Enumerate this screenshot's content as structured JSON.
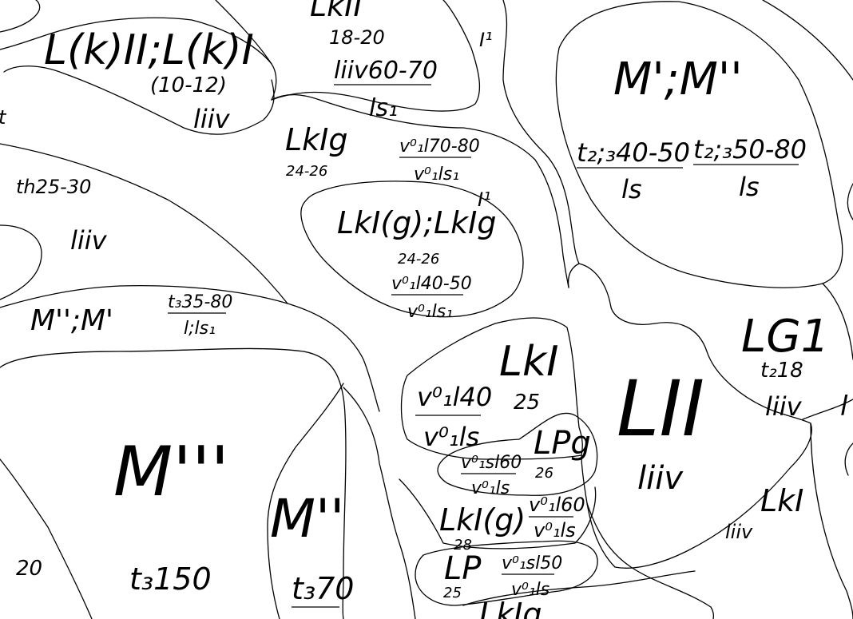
{
  "labels": {
    "top_lkii": "LkII",
    "top_lkii_range": "18-20",
    "top_lkii_num": "liiv60-70",
    "top_lkii_den": "ls₁",
    "i1_top": "I¹",
    "lk_top_left": "L(k)II;L(k)I",
    "lk_top_left_range": "(10-12)",
    "lk_top_left_soil": "liiv",
    "m_top_right": "M';M''",
    "m_top_right_num1": "t₂;₃40-50",
    "m_top_right_den1": "ls",
    "m_top_right_num2": "t₂;₃50-80",
    "m_top_right_den2": "ls",
    "lkig_a": "LkIg",
    "lkig_a_range": "24-26",
    "lkig_a_num": "v⁰₁l70-80",
    "lkig_a_den": "v⁰₁ls₁",
    "th_left": "th25-30",
    "liiv_left": "liiv",
    "i1_mid": "I¹",
    "lki_g_center": "LkI(g);LkIg",
    "lki_g_center_range": "24-26",
    "lki_g_center_num": "v⁰₁l40-50",
    "lki_g_center_den": "v⁰₁ls₁",
    "m_left": "M'';M'",
    "m_left_num": "t₃35-80",
    "m_left_den": "l;ls₁",
    "lg1": "LG1",
    "lg1_sub": "t₂18",
    "lg1_soil": "liiv",
    "lki_center": "LkI",
    "lki_center_num": "v⁰₁l40",
    "lki_center_den": "v⁰₁ls",
    "lki_center_range": "25",
    "lii_big": "LII",
    "lii_big_soil": "liiv",
    "lpg": "LPg",
    "lpg_range": "26",
    "lpg_num": "v⁰₁sl60",
    "lpg_den": "v⁰₁ls",
    "m_big": "M'''",
    "m_mid": "M''",
    "lki_g_low": "LkI(g)",
    "lki_g_low_range": "28",
    "lki_g_low_num": "v⁰₁l60",
    "lki_g_low_den": "v⁰₁ls",
    "lki_right": "LkI",
    "liiv_right": "liiv",
    "lp": "LP",
    "lp_range": "25",
    "lp_num": "v⁰₁sl50",
    "lp_den": "v⁰₁ls",
    "t3_150": "t₃150",
    "num_20": "20",
    "t3_70": "t₃70",
    "lkig_bottom": "LkIg",
    "edge_l": "l",
    "edge_t": "t"
  }
}
